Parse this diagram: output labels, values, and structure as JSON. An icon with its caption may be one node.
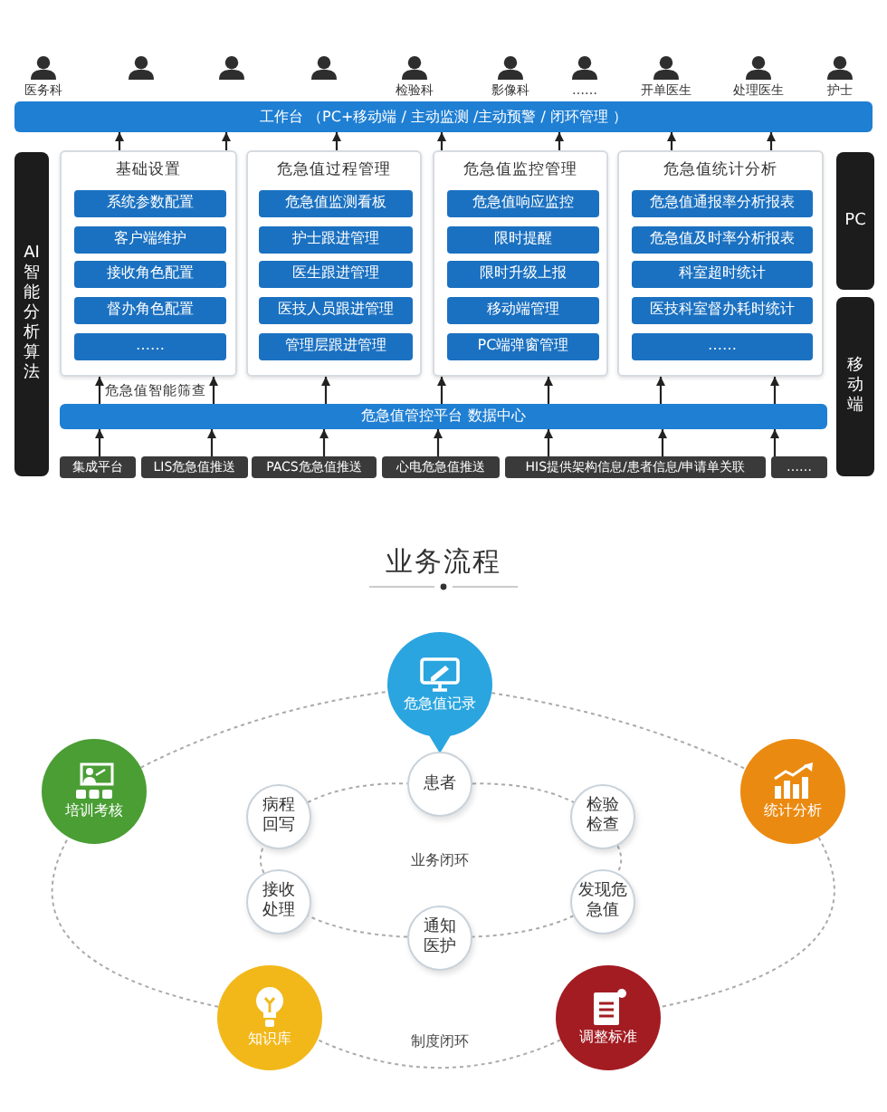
{
  "diagram": {
    "nodes": [
      {
        "text": [
          "工作台 （PC+移动端 / 主动监测 /主动预警 / 闭环管理 ）"
        ]
      },
      {
        "text": [
          "AI智能分析算法"
        ]
      },
      {
        "text": [
          "基础设置"
        ]
      },
      {
        "text": [
          "系统参数配置"
        ],
        "in": 2
      },
      {
        "text": [
          "客户端维护"
        ],
        "in": 2
      },
      {
        "text": [
          "接收角色配置"
        ],
        "in": 2
      },
      {
        "text": [
          "督办角色配置"
        ],
        "in": 2
      },
      {
        "text": [
          "……"
        ],
        "in": 2
      },
      {
        "text": [
          "危急值过程管理"
        ]
      },
      {
        "text": [
          "危急值监测看板"
        ],
        "in": 8
      },
      {
        "text": [
          "护士跟进管理"
        ],
        "in": 8
      },
      {
        "text": [
          "医生跟进管理"
        ],
        "in": 8
      },
      {
        "text": [
          "医技人员跟进管理"
        ],
        "in": 8
      },
      {
        "text": [
          "管理层跟进管理"
        ],
        "in": 8
      },
      {
        "text": [
          "危急值监控管理"
        ]
      },
      {
        "text": [
          "危急值响应监控"
        ],
        "in": 14
      },
      {
        "text": [
          "限时提醒"
        ],
        "in": 14
      },
      {
        "text": [
          "限时升级上报"
        ],
        "in": 14
      },
      {
        "text": [
          "移动端管理"
        ],
        "in": 14
      },
      {
        "text": [
          "PC端弹窗管理"
        ],
        "in": 14
      },
      {
        "text": [
          "危急值统计分析"
        ]
      },
      {
        "text": [
          "危急值通报率分析报表"
        ],
        "in": 20
      },
      {
        "text": [
          "危急值及时率分析报表"
        ],
        "in": 20
      },
      {
        "text": [
          "科室超时统计"
        ],
        "in": 20
      },
      {
        "text": [
          "医技科室督办耗时统计"
        ],
        "in": 20
      },
      {
        "text": [
          "……"
        ],
        "in": 20
      },
      {
        "text": [
          "PC"
        ]
      },
      {
        "text": [
          "移动端"
        ]
      },
      {
        "text": [
          "危急值管控平台 数据中心"
        ]
      },
      {
        "text": [
          "集成平台"
        ]
      },
      {
        "text": [
          "LIS危急值推送"
        ]
      },
      {
        "text": [
          "PACS危急值推送"
        ]
      },
      {
        "text": [
          "心电危急值推送"
        ]
      },
      {
        "text": [
          "HIS提供架构信息/患者信息/申请单关联"
        ]
      },
      {
        "text": [
          "……"
        ]
      },
      {
        "text": [
          "危急值记录"
        ]
      },
      {
        "text": [
          "培训考核"
        ]
      },
      {
        "text": [
          "统计分析"
        ]
      },
      {
        "text": [
          "患者"
        ]
      },
      {
        "text": [
          "病程回写"
        ]
      },
      {
        "text": [
          "检验检查"
        ]
      },
      {
        "text": [
          "接收处理"
        ]
      },
      {
        "text": [
          "发现危急值"
        ]
      },
      {
        "text": [
          "通知医护"
        ]
      },
      {
        "text": [
          "知识库"
        ]
      },
      {
        "text": [
          "调整标准"
        ]
      }
    ],
    "edges": [
      {
        "from": 2,
        "to": 0,
        "arrow": "to"
      },
      {
        "from": 2,
        "to": 0,
        "arrow": "to"
      },
      {
        "from": 8,
        "to": 0,
        "arrow": "to"
      },
      {
        "from": 14,
        "to": 0,
        "arrow": "to"
      },
      {
        "from": 14,
        "to": 0,
        "arrow": "to"
      },
      {
        "from": 20,
        "to": 0,
        "arrow": "to"
      },
      {
        "from": 20,
        "to": 0,
        "arrow": "to"
      },
      {
        "from": 28,
        "to": 2,
        "arrow": "to"
      },
      {
        "from": 28,
        "to": 2,
        "arrow": "to"
      },
      {
        "from": 28,
        "to": 8,
        "arrow": "to"
      },
      {
        "from": 28,
        "to": 14,
        "arrow": "to"
      },
      {
        "from": 28,
        "to": 14,
        "arrow": "to"
      },
      {
        "from": 28,
        "to": 20,
        "arrow": "to"
      },
      {
        "from": 28,
        "to": 20,
        "arrow": "to"
      },
      {
        "from": 29,
        "to": 28,
        "arrow": "to"
      },
      {
        "from": 30,
        "to": 28,
        "arrow": "to"
      },
      {
        "from": 31,
        "to": 28,
        "arrow": "to"
      },
      {
        "from": 32,
        "to": 28,
        "arrow": "to"
      },
      {
        "from": 33,
        "to": 28,
        "arrow": "to"
      },
      {
        "from": 33,
        "to": 28,
        "arrow": "to"
      },
      {
        "from": 34,
        "to": 28,
        "arrow": "to"
      },
      {
        "from": 38,
        "to": 40,
        "arrow": "none",
        "style": "dashed",
        "color": "#aaaaaa"
      },
      {
        "from": 40,
        "to": 42,
        "arrow": "none",
        "style": "dashed",
        "color": "#aaaaaa"
      },
      {
        "from": 42,
        "to": 43,
        "arrow": "none",
        "style": "dashed",
        "color": "#aaaaaa"
      },
      {
        "from": 43,
        "to": 41,
        "arrow": "none",
        "style": "dashed",
        "color": "#aaaaaa"
      },
      {
        "from": 41,
        "to": 39,
        "arrow": "none",
        "style": "dashed",
        "color": "#aaaaaa"
      },
      {
        "from": 39,
        "to": 38,
        "arrow": "none",
        "style": "dashed",
        "color": "#aaaaaa"
      },
      {
        "from": 35,
        "to": 37,
        "arrow": "none",
        "style": "dashed",
        "color": "#aaaaaa"
      },
      {
        "from": 37,
        "to": 45,
        "arrow": "none",
        "style": "dashed",
        "color": "#aaaaaa"
      },
      {
        "from": 45,
        "to": 44,
        "arrow": "none",
        "style": "dashed",
        "color": "#aaaaaa"
      },
      {
        "from": 44,
        "to": 36,
        "arrow": "none",
        "style": "dashed",
        "color": "#aaaaaa"
      },
      {
        "from": 36,
        "to": 35,
        "arrow": "none",
        "style": "dashed",
        "color": "#aaaaaa"
      }
    ],
    "labels": [
      "医务科",
      "检验科",
      "影像科",
      "……",
      "开单医生",
      "处理医生",
      "护士",
      "危急值智能筛查",
      "业务流程",
      "业务闭环",
      "制度闭环"
    ]
  }
}
